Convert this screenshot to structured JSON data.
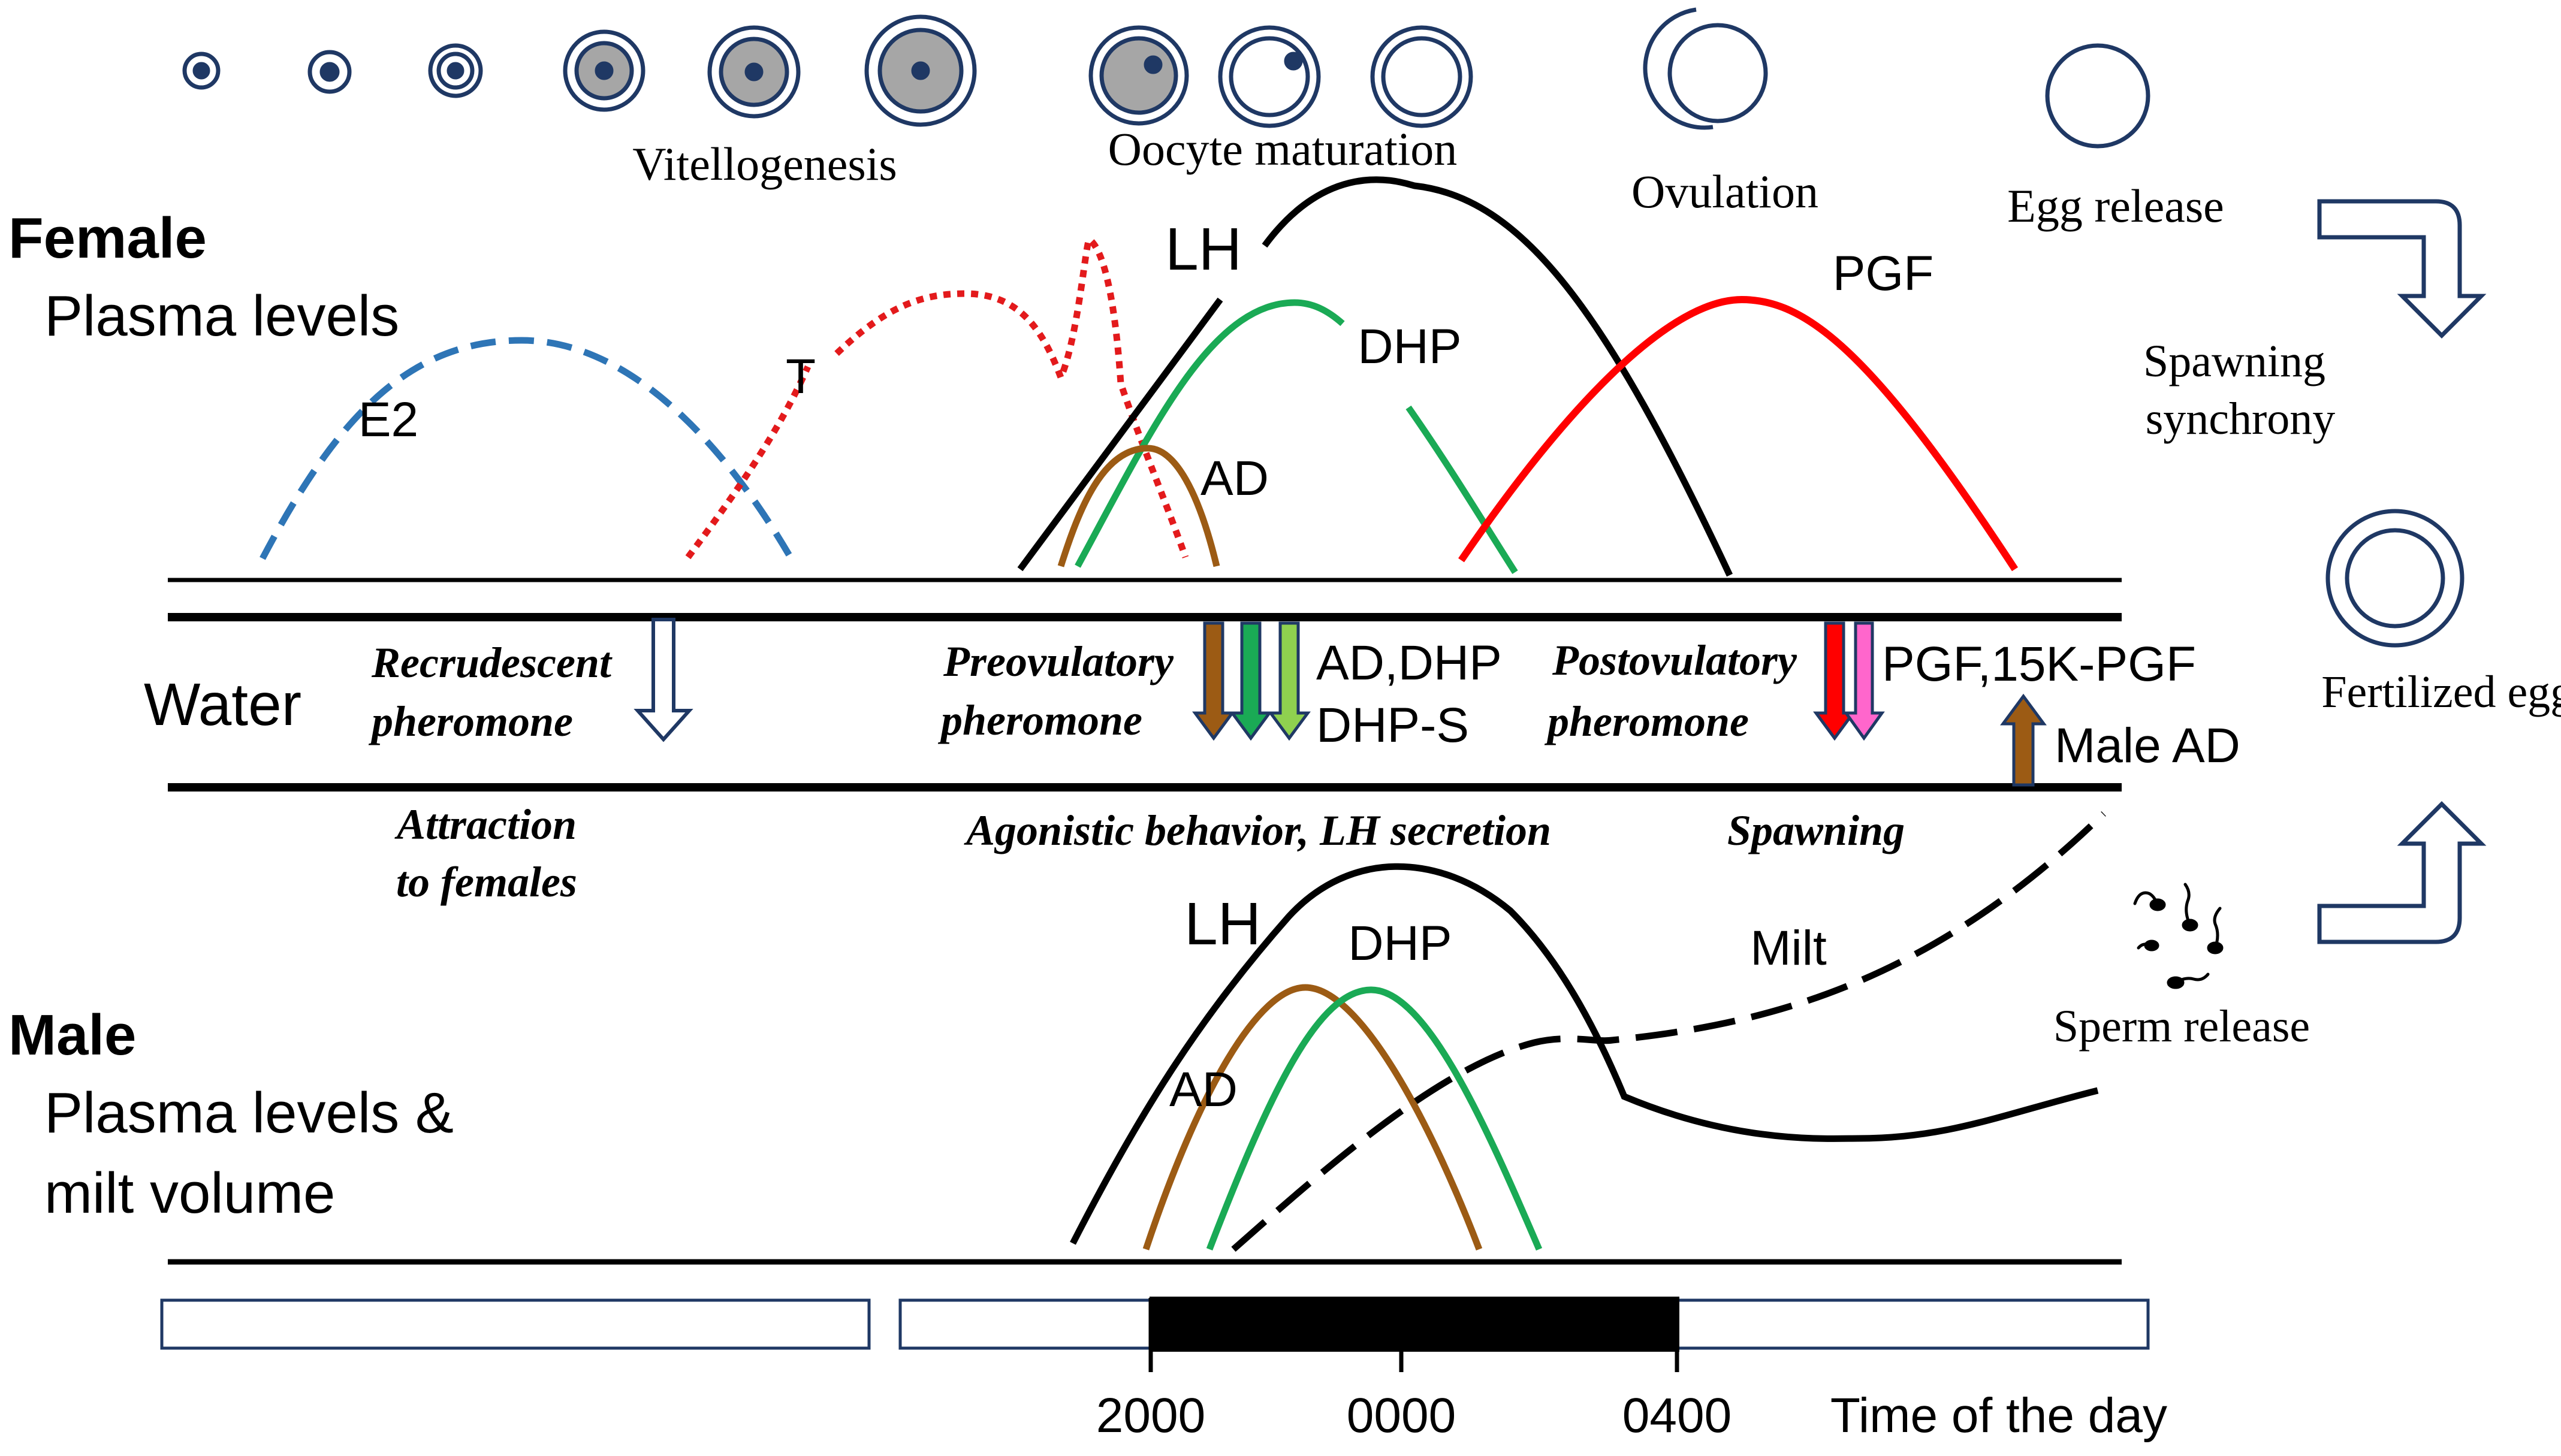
{
  "female": {
    "heading": "Female",
    "subheading": "Plasma levels",
    "stages": {
      "vitellogenesis": "Vitellogenesis",
      "maturation": "Oocyte maturation",
      "ovulation": "Ovulation",
      "egg_release": "Egg release"
    },
    "hormones": {
      "e2": "E2",
      "t": "T",
      "lh": "LH",
      "dhp": "DHP",
      "ad": "AD",
      "pgf": "PGF"
    }
  },
  "water": {
    "label": "Water",
    "recrudescent": [
      "Recrudescent",
      "pheromone"
    ],
    "preovulatory": [
      "Preovulatory",
      "pheromone"
    ],
    "preovulatory_compounds": [
      "AD,DHP",
      "DHP-S"
    ],
    "postovulatory": [
      "Postovulatory",
      "pheromone"
    ],
    "postovulatory_compounds": "PGF,15K-PGF",
    "male_compound": "Male AD"
  },
  "responses": {
    "attraction": [
      "Attraction",
      "to females"
    ],
    "agonistic": "Agonistic behavior, LH secretion",
    "spawning": "Spawning"
  },
  "male": {
    "heading": "Male",
    "subheading": [
      "Plasma levels &",
      "milt volume"
    ],
    "hormones": {
      "lh": "LH",
      "dhp": "DHP",
      "ad": "AD",
      "milt": "Milt"
    }
  },
  "side": {
    "synchrony": [
      "Spawning",
      "synchrony"
    ],
    "fertilized": "Fertilized eggs",
    "sperm": "Sperm release"
  },
  "timeline": {
    "ticks": [
      "2000",
      "0000",
      "0400"
    ],
    "label": "Time of the day"
  },
  "colors": {
    "e2": "#2e75b6",
    "t": "#e31a1c",
    "lh": "#000000",
    "dhp": "#1aaa55",
    "ad": "#9c5b14",
    "pgf": "#ff0000",
    "arrow_dhp_s": "#8fd14f",
    "arrow_15k_pgf": "#ff66cc",
    "oocyte_yolk": "#a6a6a6",
    "outline": "#1f3864"
  }
}
